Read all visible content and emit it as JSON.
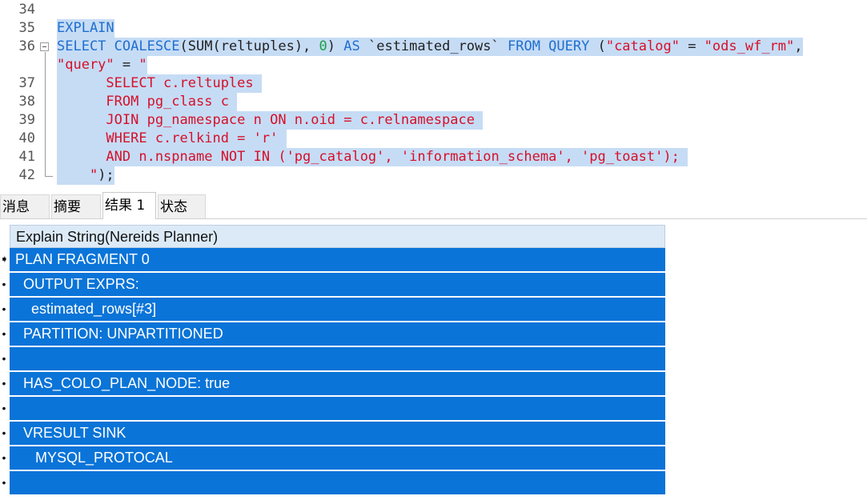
{
  "editor": {
    "lines": [
      {
        "num": "34",
        "segments": []
      },
      {
        "num": "35",
        "segments": [
          {
            "text": "EXPLAIN",
            "cls": "kw"
          }
        ]
      },
      {
        "num": "36",
        "segments": [
          {
            "text": "SELECT COALESCE",
            "cls": "kw"
          },
          {
            "text": "(SUM(reltuples), ",
            "cls": "plain"
          },
          {
            "text": "0",
            "cls": "num"
          },
          {
            "text": ") ",
            "cls": "plain"
          },
          {
            "text": "AS",
            "cls": "kw"
          },
          {
            "text": " `estimated_rows` ",
            "cls": "plain"
          },
          {
            "text": "FROM QUERY",
            "cls": "kw"
          },
          {
            "text": " (",
            "cls": "plain"
          },
          {
            "text": "\"catalog\"",
            "cls": "str"
          },
          {
            "text": " = ",
            "cls": "plain"
          },
          {
            "text": "\"ods_wf_rm\"",
            "cls": "str"
          },
          {
            "text": ",",
            "cls": "plain"
          }
        ]
      },
      {
        "num": "",
        "segments": [
          {
            "text": "\"query\"",
            "cls": "str"
          },
          {
            "text": " = ",
            "cls": "plain"
          },
          {
            "text": "\"",
            "cls": "str"
          }
        ]
      },
      {
        "num": "37",
        "segments": [
          {
            "text": "      SELECT c.reltuples ",
            "cls": "str"
          }
        ]
      },
      {
        "num": "38",
        "segments": [
          {
            "text": "      FROM pg_class c ",
            "cls": "str"
          }
        ]
      },
      {
        "num": "39",
        "segments": [
          {
            "text": "      JOIN pg_namespace n ON n.oid = c.relnamespace ",
            "cls": "str"
          }
        ]
      },
      {
        "num": "40",
        "segments": [
          {
            "text": "      WHERE c.relkind = 'r' ",
            "cls": "str"
          }
        ]
      },
      {
        "num": "41",
        "segments": [
          {
            "text": "      AND n.nspname NOT IN ('pg_catalog', 'information_schema', 'pg_toast'); ",
            "cls": "str"
          }
        ]
      },
      {
        "num": "42",
        "segments": [
          {
            "text": "    \"",
            "cls": "str"
          },
          {
            "text": ");",
            "cls": "plain"
          }
        ]
      }
    ]
  },
  "tabs": [
    {
      "label": "消息",
      "active": false
    },
    {
      "label": "摘要",
      "active": false
    },
    {
      "label": "结果 1",
      "active": true
    },
    {
      "label": "状态",
      "active": false
    }
  ],
  "grid": {
    "header": "Explain String(Nereids Planner)",
    "rows": [
      "PLAN FRAGMENT 0",
      "  OUTPUT EXPRS:",
      "    estimated_rows[#3]",
      "  PARTITION: UNPARTITIONED",
      "",
      "  HAS_COLO_PLAN_NODE: true",
      "",
      "  VRESULT SINK",
      "     MYSQL_PROTOCAL",
      ""
    ],
    "current_row_marker": "arrow-right-icon",
    "row_marker": "bullet-icon"
  },
  "colors": {
    "selection": "#c6dcf5",
    "keyword": "#1f6fd0",
    "string": "#d6102a",
    "number": "#1aa046",
    "row_selected": "#0a74d8",
    "header_bg": "#dceaf7"
  }
}
